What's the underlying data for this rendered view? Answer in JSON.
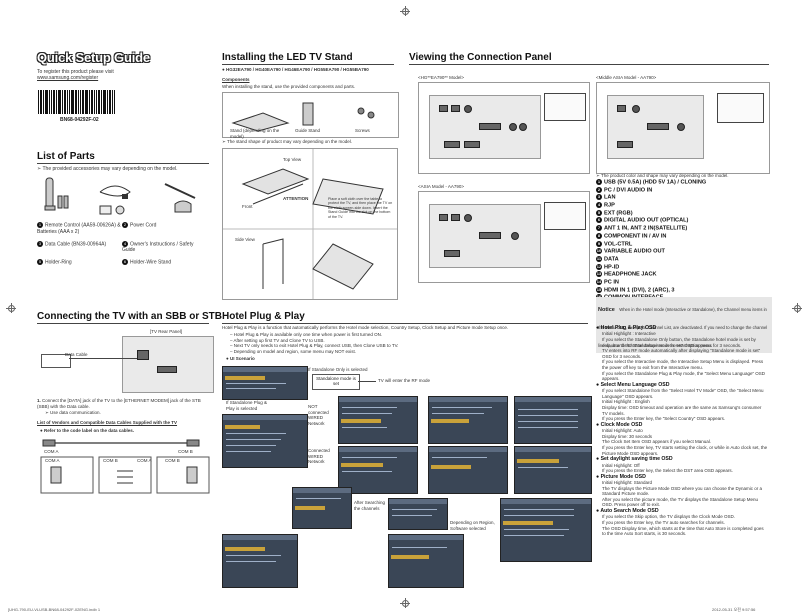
{
  "guide": {
    "title": "Quick Setup Guide",
    "register_text": "To register this product please visit",
    "register_url": "www.samsung.com/register",
    "code": "BN68-04292F-02"
  },
  "parts": {
    "title": "List of Parts",
    "note": "The provided accessories may vary depending on the model.",
    "items": [
      {
        "label": "Remote Control (AA59-00626A) & Batteries (AAA x 2)"
      },
      {
        "label": "Power Cord"
      },
      {
        "label": "Data Cable (BN39-00964A)"
      },
      {
        "label": "Owner's Instructions / Safety Guide"
      },
      {
        "label": "Holder-Ring"
      },
      {
        "label": "Holder-Wire Stand"
      }
    ]
  },
  "stand": {
    "title": "Installing the LED TV Stand",
    "models": "HG32EA790 / HG40EA790 / HG46EA790 / HG55EA790 / HG55BA790",
    "components_label": "Components",
    "components_note": "When installing the stand, use the provided components and parts.",
    "parts": [
      "Stand (depending on the model)",
      "Guide Stand",
      "Screws"
    ],
    "shape_note": "The stand shape of product may vary depending on the model.",
    "steps": {
      "top_view": "Top View",
      "front": "Front",
      "attention": "ATTENTION",
      "step2_text": "Place a soft cloth over the table to protect the TV, and then place the TV on the cloth screen-side down. Insert the Stand Guide into the slot on the bottom of the TV.",
      "side_view": "Side View"
    }
  },
  "connection": {
    "title": "Viewing the Connection Panel",
    "panel1": "<HG**EA790** Model>",
    "panel2": "<Middle ASIA Model - AA790>",
    "panel3": "<ASIA Model - AA790>",
    "note": "The product color and shape may vary depending on the model.",
    "items": [
      "USB (5V 0.5A) (HDD 5V 1A) / CLONING",
      "PC / DVI AUDIO IN",
      "LAN",
      "RJP",
      "EXT (RGB)",
      "DIGITAL AUDIO OUT (OPTICAL)",
      "ANT 1 IN, ANT 2 IN(SATELLITE)",
      "COMPONENT IN / AV IN",
      "VOL-CTRL",
      "VARIABLE AUDIO OUT",
      "DATA",
      "HP-ID",
      "HEADPHONE JACK",
      "PC IN",
      "HDMI IN 1 (DVI), 2 (ARC), 3",
      "COMMON INTERFACE"
    ],
    "notice_label": "Notice",
    "notice_text": "When in the Hotel mode (Interactive or Standalone), the Channel menu items in the Menu OSD, except for Channel List, are deactivated. If you need to change the channel line up, use the Channel Setup item in the Hotel option menu."
  },
  "sbb": {
    "title": "Connecting the TV with an SBB or STB",
    "rear_panel": "[TV Rear Panel]",
    "data_cable": "Data Cable",
    "step1": "Connect the [DATA] jack of the TV to the [ETHERNET MODEM] jack of the STB (SBB) with the Data cable.",
    "step1_sub": "Use data communication.",
    "vendors_label": "List of Vendors and Compatible Data Cables Supplied with the TV",
    "code_note": "Refer to the code label on the data cables.",
    "coms": [
      "COM A",
      "COM B",
      "COM A",
      "COM B",
      "COM A",
      "COM B"
    ]
  },
  "plug": {
    "title": "Hotel Plug & Play",
    "intro": "Hotel Plug & Play is a function that automatically performs the Hotel mode selection, Country Setup, Clock Setup and Picture mode Setup once.",
    "bullets": [
      "Hotel Plug & Play is available only one time when power is first turned ON.",
      "After setting up first TV and Clone TV to USB.",
      "Next TV only needs to exit Hotel Plug & Play, connect USB, then Clone USB to TV.",
      "Depending on model and region, some menu may NOT exist."
    ],
    "ui_scenario": "UI Scenario",
    "flow": {
      "standalone_only": "If Standalone Only is selected",
      "standalone_set": "Standalone mode is set",
      "tv_enter": "TV will enter the RF mode",
      "if_standalone": "If Standalone Plug & Play is selected",
      "not_connected": "NOT connected WIRED Network",
      "connected": "Connected WIRED Network",
      "after_search": "After Searching the channels",
      "depending": "Depending on Region, Software selected"
    }
  },
  "osd": {
    "hotel_title": "Hotel Plug & Play OSD",
    "hotel_lines": [
      "Initial Highlight : Interactive",
      "If you select the Standalone Only button, the Standalone hotel mode is set by default and the \"Standalone mode is set\" OSD appears for 3 seconds.",
      "TV enters into RF mode automatically after displaying \"Standalone mode is set\" OSD for 3 seconds.",
      "If you select the Interactive mode, the Interactive Setup Menu is displayed. Press the power off key to exit from the Interactive menu.",
      "If you select the Standalone Plug & Play mode, the \"Select Menu Language\" OSD appears."
    ],
    "lang_title": "Select Menu Language OSD",
    "lang_lines": [
      "If you select Standalone from the \"Select Hotel TV Mode\" OSD, the \"Select Menu Language\" OSD appears.",
      "Initial Highlight : English",
      "Display time: OSD timeout and operation are the same as Samsung's consumer TV models.",
      "If you press the Enter key, the \"Select Country\" OSD appears."
    ],
    "clock_title": "Clock Mode OSD",
    "clock_lines": [
      "Initial Highlight: Auto",
      "Display time: 30 seconds",
      "The Clock Set Item OSD appears if you select Manual.",
      "If you press the Enter key, TV starts setting the clock, or while in Auto clock set, the Picture Mode OSD appears."
    ],
    "daylight_title": "Set daylight saving time OSD",
    "daylight_lines": [
      "Initial Highlight: Off",
      "If you press the Enter key, the Select the DST area OSD appears."
    ],
    "picture_title": "Picture Mode OSD",
    "picture_lines": [
      "Initial Highlight: Standard",
      "The TV displays the Picture Mode OSD where you can choose the Dynamic or a Standard Picture mode.",
      "After you select the picture mode, the TV displays the Standalone Setup Menu OSD. Press power off to exit."
    ],
    "auto_title": "Auto Search Mode OSD",
    "auto_lines": [
      "If you select the Skip option, the TV displays the Clock Mode OSD.",
      "If you press the Enter key, the TV auto searches for channels.",
      "The OSD Display time, which starts at the time that Auto Store is completed goes to the time Auto Sort starts, is 30 seconds."
    ]
  },
  "footer": {
    "left": "[UHG-790-EU-VLUSB-BN68-04292F-02ENG.indb 1",
    "right": "2012-05-31  오전 9:57:56"
  }
}
